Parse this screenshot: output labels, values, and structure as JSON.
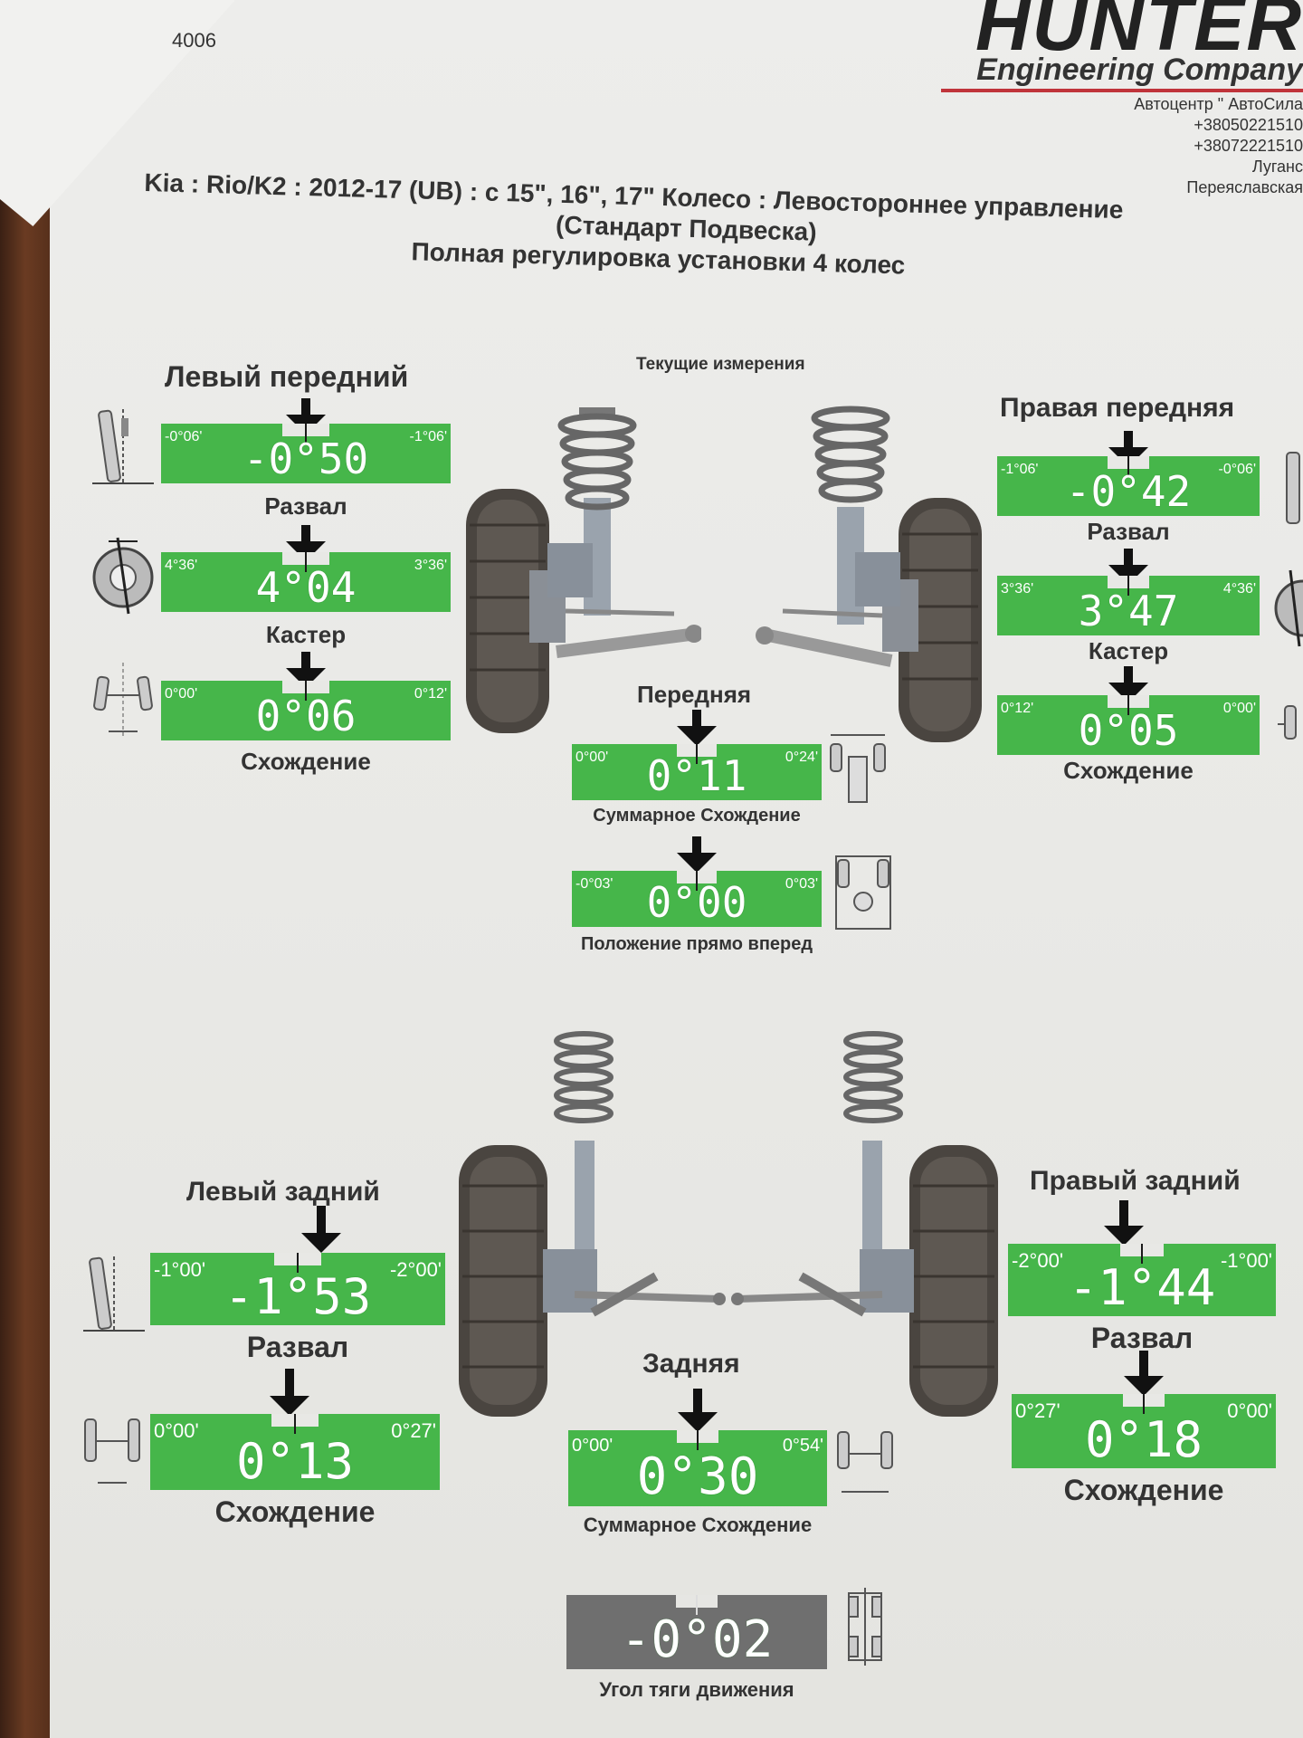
{
  "corner_text": "4006",
  "logo": {
    "main": "HUNTER",
    "sub": "Engineering Company"
  },
  "dealer": [
    "Автоцентр \" АвтоСила",
    "+38050221510",
    "+38072221510",
    "Луганс",
    "Переяславская"
  ],
  "title": {
    "line1": "Kia : Rio/K2 : 2012-17 (UB) : с 15\", 16\", 17\" Колесо : Левостороннее управление",
    "line2": "(Стандарт Подвеска)",
    "line3": "Полная регулировка установки 4 колес"
  },
  "current_measurements": "Текущие измерения",
  "front_left": {
    "heading": "Левый передний",
    "camber": {
      "lo": "-0°06'",
      "hi": "-1°06'",
      "value": "-0°50",
      "label": "Развал"
    },
    "caster": {
      "lo": "4°36'",
      "hi": "3°36'",
      "value": "4°04",
      "label": "Кастер"
    },
    "toe": {
      "lo": "0°00'",
      "hi": "0°12'",
      "value": "0°06",
      "label": "Схождение"
    }
  },
  "front_right": {
    "heading": "Правая передняя",
    "camber": {
      "lo": "-1°06'",
      "hi": "-0°06'",
      "value": "-0°42",
      "label": "Развал"
    },
    "caster": {
      "lo": "3°36'",
      "hi": "4°36'",
      "value": "3°47",
      "label": "Кастер"
    },
    "toe": {
      "lo": "0°12'",
      "hi": "0°00'",
      "value": "0°05",
      "label": "Схождение"
    }
  },
  "front": {
    "heading": "Передняя",
    "total_toe": {
      "lo": "0°00'",
      "hi": "0°24'",
      "value": "0°11",
      "label": "Суммарное Схождение"
    },
    "straight_ahead": {
      "lo": "-0°03'",
      "hi": "0°03'",
      "value": "0°00",
      "label": "Положение прямо вперед"
    }
  },
  "rear_left": {
    "heading": "Левый задний",
    "camber": {
      "lo": "-1°00'",
      "hi": "-2°00'",
      "value": "-1°53",
      "label": "Развал"
    },
    "toe": {
      "lo": "0°00'",
      "hi": "0°27'",
      "value": "0°13",
      "label": "Схождение"
    }
  },
  "rear_right": {
    "heading": "Правый задний",
    "camber": {
      "lo": "-2°00'",
      "hi": "-1°00'",
      "value": "-1°44",
      "label": "Развал"
    },
    "toe": {
      "lo": "0°27'",
      "hi": "0°00'",
      "value": "0°18",
      "label": "Схождение"
    }
  },
  "rear": {
    "heading": "Задняя",
    "total_toe": {
      "lo": "0°00'",
      "hi": "0°54'",
      "value": "0°30",
      "label": "Суммарное Схождение"
    },
    "thrust": {
      "value": "-0°02",
      "label": "Угол тяги движения"
    }
  }
}
